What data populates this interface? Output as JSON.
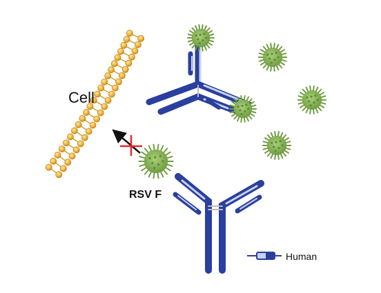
{
  "labels": {
    "cell": "Cell",
    "rsv": "RSV F",
    "legend": "Human"
  },
  "colors": {
    "antibody_dark": "#2a3f9e",
    "antibody_light": "#c9d2ef",
    "membrane": "#e8a92c",
    "virus": "#7aa94a",
    "blocked_cross": "#e5262a",
    "text": "#111111"
  },
  "icons": [
    "virus-particle-icon",
    "arrow-icon",
    "cross-icon",
    "antibody-icon"
  ]
}
